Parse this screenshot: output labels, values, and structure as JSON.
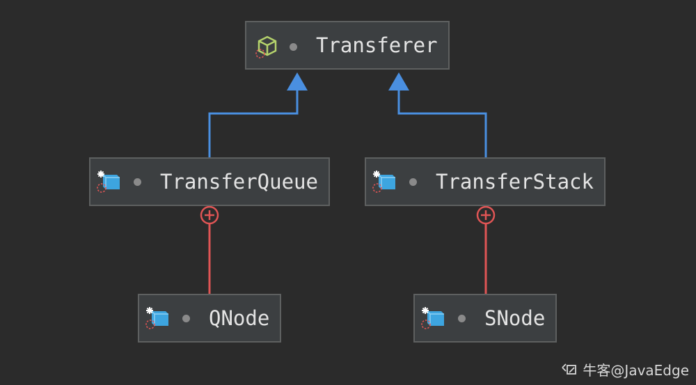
{
  "nodes": {
    "transferer": {
      "label": "Transferer",
      "icon": "interface-icon"
    },
    "transfer_queue": {
      "label": "TransferQueue",
      "icon": "static-nested-class-icon"
    },
    "transfer_stack": {
      "label": "TransferStack",
      "icon": "static-nested-class-icon"
    },
    "qnode": {
      "label": "QNode",
      "icon": "static-nested-class-icon"
    },
    "snode": {
      "label": "SNode",
      "icon": "static-nested-class-icon"
    }
  },
  "edges": [
    {
      "from": "transfer_queue",
      "to": "transferer",
      "type": "implements"
    },
    {
      "from": "transfer_stack",
      "to": "transferer",
      "type": "implements"
    },
    {
      "from": "qnode",
      "to": "transfer_queue",
      "type": "inner-class"
    },
    {
      "from": "snode",
      "to": "transfer_stack",
      "type": "inner-class"
    }
  ],
  "colors": {
    "background": "#2b2b2b",
    "node_fill": "#3c3f41",
    "node_border": "#5e6060",
    "implements_edge": "#4a8fe0",
    "inner_class_edge": "#e05555",
    "interface_icon": "#b5d36c",
    "class_icon": "#3da5e0"
  },
  "watermark": {
    "text": "牛客@JavaEdge"
  }
}
